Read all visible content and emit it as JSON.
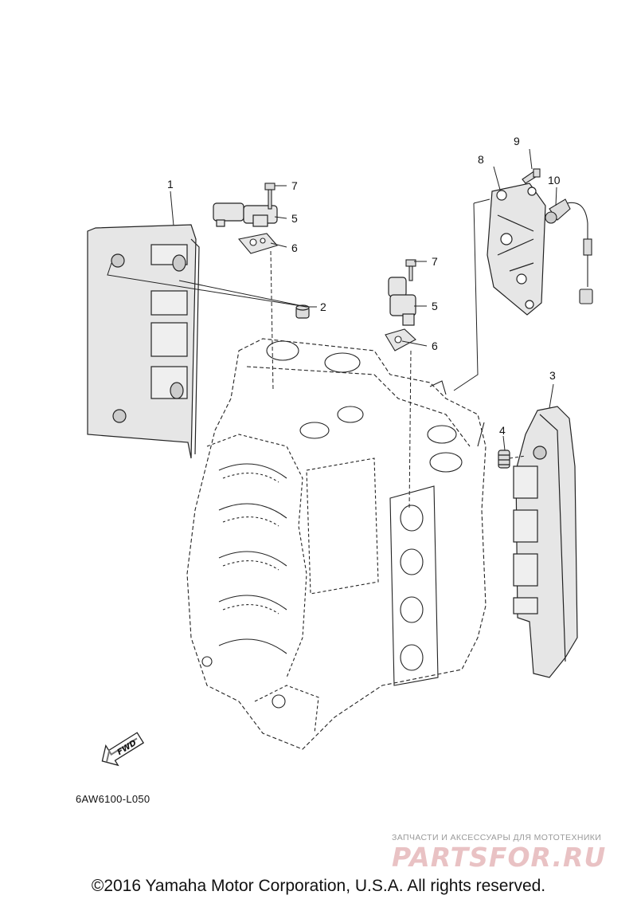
{
  "callouts": [
    {
      "id": "1",
      "label": "1"
    },
    {
      "id": "2",
      "label": "2"
    },
    {
      "id": "3",
      "label": "3"
    },
    {
      "id": "4",
      "label": "4"
    },
    {
      "id": "5a",
      "label": "5"
    },
    {
      "id": "6a",
      "label": "6"
    },
    {
      "id": "7a",
      "label": "7"
    },
    {
      "id": "5b",
      "label": "5"
    },
    {
      "id": "6b",
      "label": "6"
    },
    {
      "id": "7b",
      "label": "7"
    },
    {
      "id": "8",
      "label": "8"
    },
    {
      "id": "9",
      "label": "9"
    },
    {
      "id": "10",
      "label": "10"
    }
  ],
  "fwd_label": "FWD",
  "diagram_code": "6AW6100-L050",
  "watermark": {
    "tagline": "ЗАПЧАСТИ И АКСЕССУАРЫ ДЛЯ МОТОТЕХНИКИ",
    "logo": "PARTSFOR.RU"
  },
  "copyright": "©2016 Yamaha Motor Corporation, U.S.A. All rights reserved.",
  "colors": {
    "line": "#1a1a1a",
    "part_fill": "#e6e6e6",
    "watermark_logo": "#e9c2c4"
  }
}
